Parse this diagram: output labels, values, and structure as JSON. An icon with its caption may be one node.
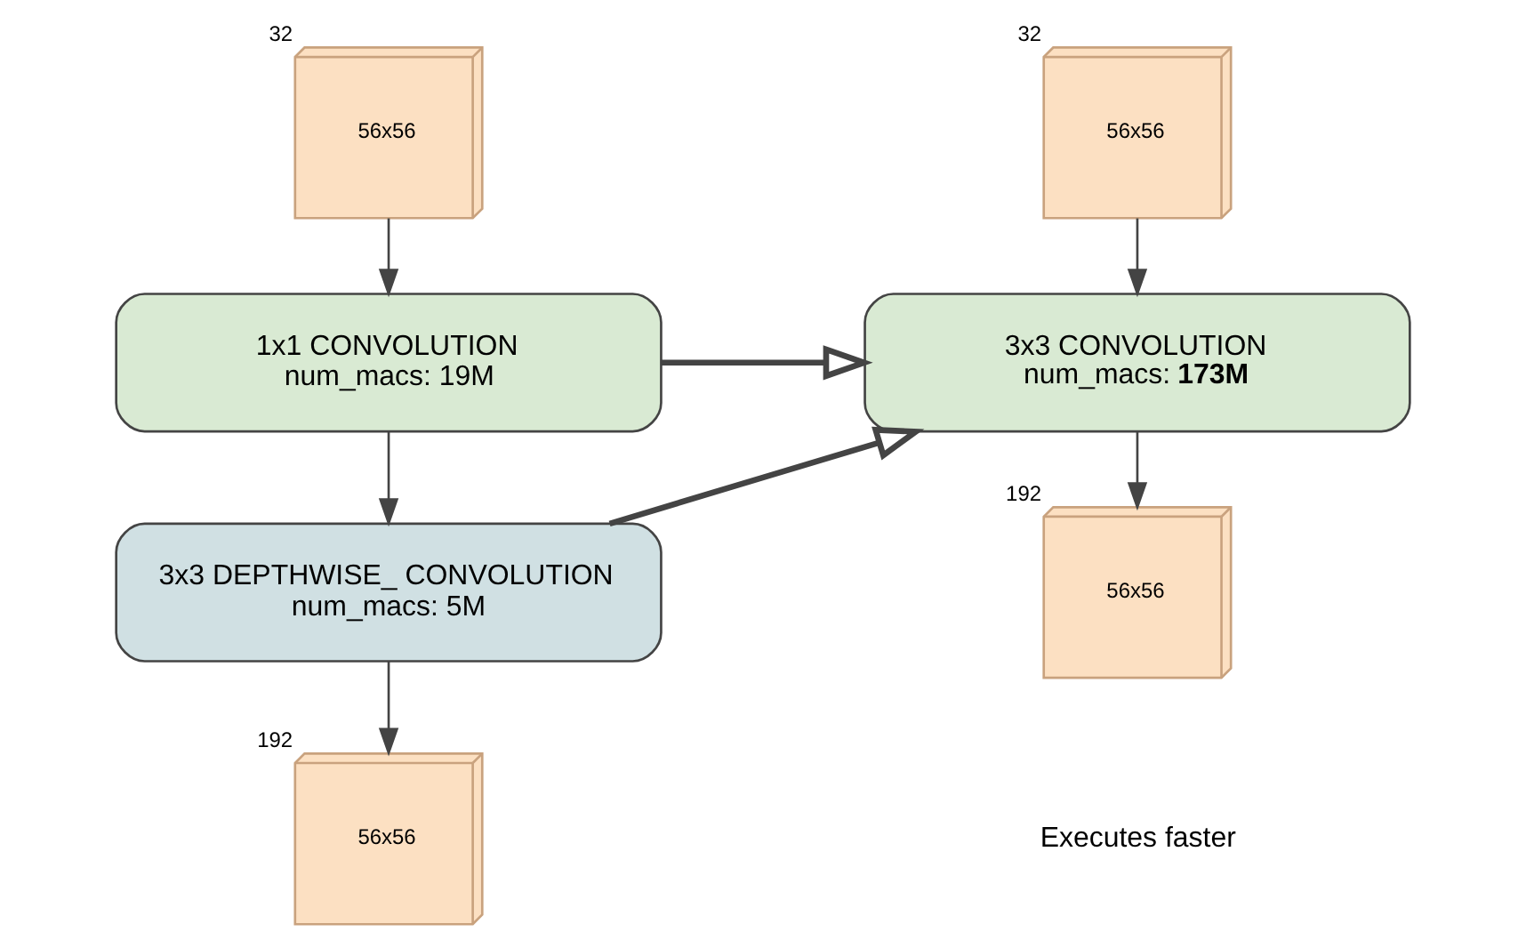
{
  "diagram": {
    "nodes": [
      {
        "text": [
          "56x56"
        ],
        "beside": [
          "32"
        ]
      },
      {
        "text": [
          "1x1 CONVOLUTION",
          "num_macs: 19M"
        ]
      },
      {
        "text": [
          "3x3 DEPTHWISE_ CONVOLUTION",
          "num_macs: 5M"
        ]
      },
      {
        "text": [
          "56x56"
        ],
        "beside": [
          "192"
        ]
      },
      {
        "text": [
          "56x56"
        ],
        "beside": [
          "32"
        ]
      },
      {
        "text": [
          "3x3 CONVOLUTION",
          "num_macs: **173M**"
        ]
      },
      {
        "text": [
          "56x56"
        ],
        "beside": [
          "192"
        ]
      }
    ],
    "edges": [
      {
        "from": 0,
        "to": 1,
        "arrow": "to"
      },
      {
        "from": 1,
        "to": 2,
        "arrow": "to"
      },
      {
        "from": 2,
        "to": 3,
        "arrow": "to"
      },
      {
        "from": 1,
        "to": 5,
        "arrow": "to",
        "style": "thick"
      },
      {
        "from": 2,
        "to": 5,
        "arrow": "to",
        "style": "thick"
      },
      {
        "from": 4,
        "to": 5,
        "arrow": "to"
      },
      {
        "from": 5,
        "to": 6,
        "arrow": "to"
      }
    ],
    "labels": [
      "Executes faster"
    ]
  }
}
